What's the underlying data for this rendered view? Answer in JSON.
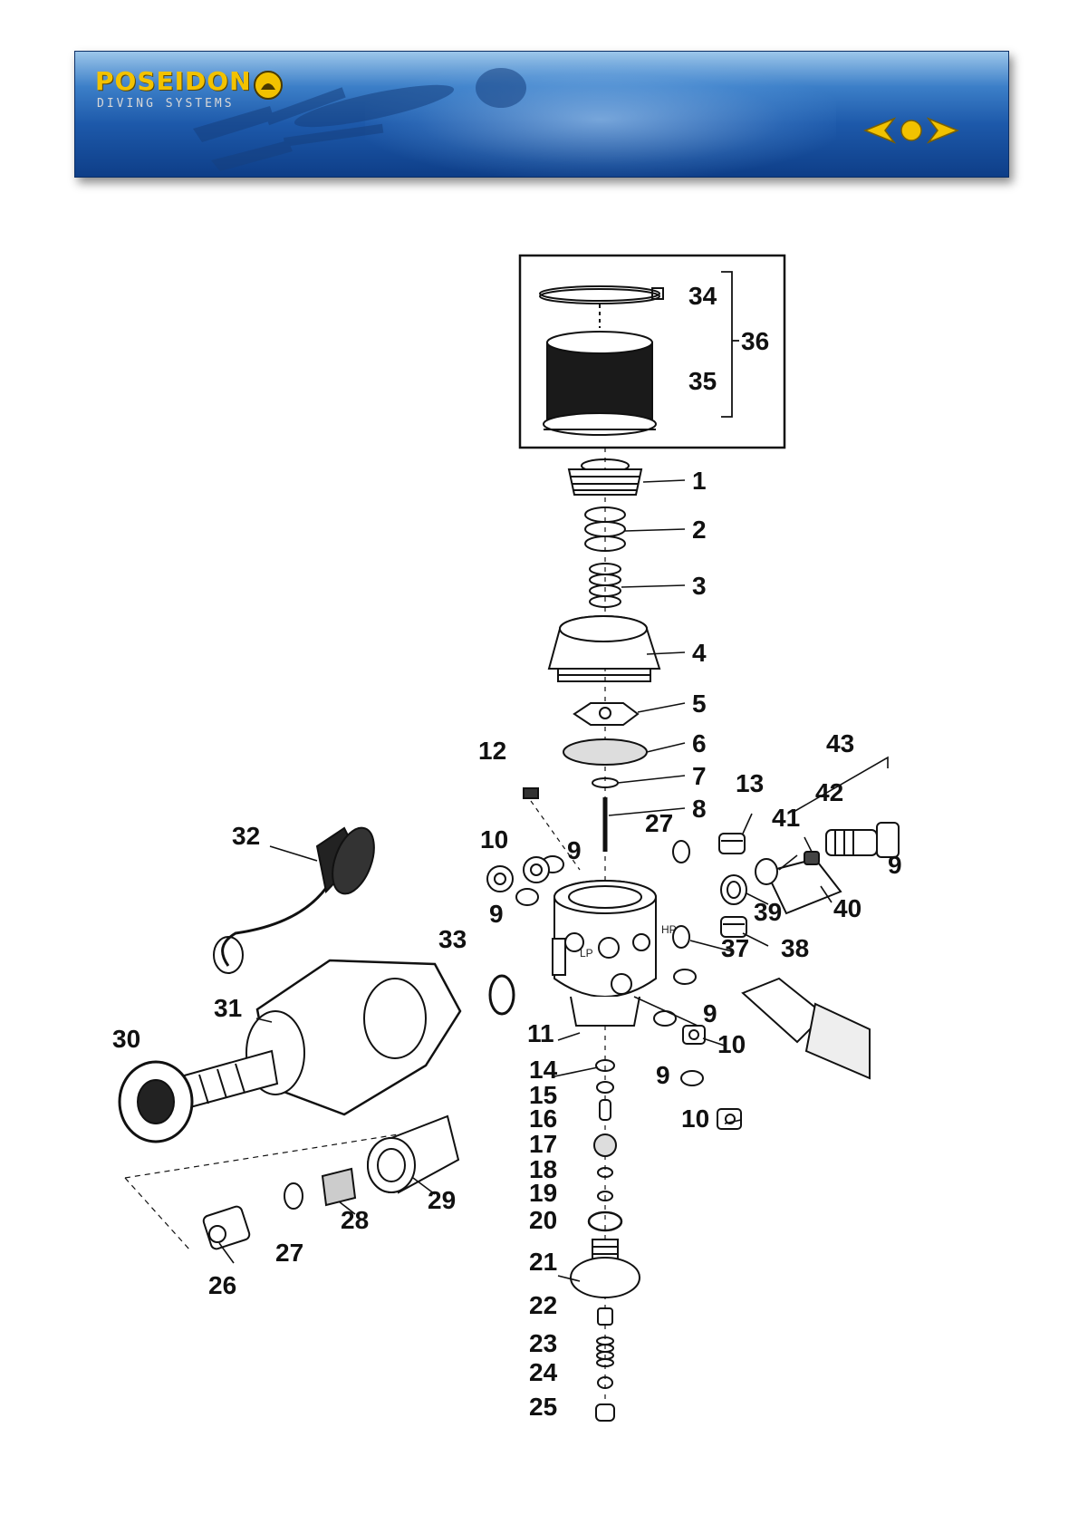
{
  "header": {
    "brand_name": "POSEIDON",
    "brand_sub": "DIVING SYSTEMS",
    "nav": {
      "prev_icon": "arrow-left-icon",
      "home_icon": "dot-icon",
      "next_icon": "arrow-right-icon"
    }
  },
  "colors": {
    "banner": "#1d59aa",
    "brand": "#f2c200",
    "nav": "#f2c200"
  },
  "diagram": {
    "body_marks": {
      "lp": "LP",
      "hp": "HP"
    },
    "parts": [
      {
        "label": "1"
      },
      {
        "label": "2"
      },
      {
        "label": "3"
      },
      {
        "label": "4"
      },
      {
        "label": "5"
      },
      {
        "label": "6"
      },
      {
        "label": "7"
      },
      {
        "label": "8"
      },
      {
        "label": "9"
      },
      {
        "label": "9"
      },
      {
        "label": "9"
      },
      {
        "label": "9"
      },
      {
        "label": "9"
      },
      {
        "label": "10"
      },
      {
        "label": "10"
      },
      {
        "label": "10"
      },
      {
        "label": "11"
      },
      {
        "label": "12"
      },
      {
        "label": "13"
      },
      {
        "label": "14"
      },
      {
        "label": "15"
      },
      {
        "label": "16"
      },
      {
        "label": "17"
      },
      {
        "label": "18"
      },
      {
        "label": "19"
      },
      {
        "label": "20"
      },
      {
        "label": "21"
      },
      {
        "label": "22"
      },
      {
        "label": "23"
      },
      {
        "label": "24"
      },
      {
        "label": "25"
      },
      {
        "label": "26"
      },
      {
        "label": "27"
      },
      {
        "label": "27"
      },
      {
        "label": "28"
      },
      {
        "label": "29"
      },
      {
        "label": "30"
      },
      {
        "label": "31"
      },
      {
        "label": "32"
      },
      {
        "label": "33"
      },
      {
        "label": "34"
      },
      {
        "label": "35"
      },
      {
        "label": "36"
      },
      {
        "label": "37"
      },
      {
        "label": "38"
      },
      {
        "label": "39"
      },
      {
        "label": "40"
      },
      {
        "label": "41"
      },
      {
        "label": "42"
      },
      {
        "label": "43"
      }
    ]
  }
}
